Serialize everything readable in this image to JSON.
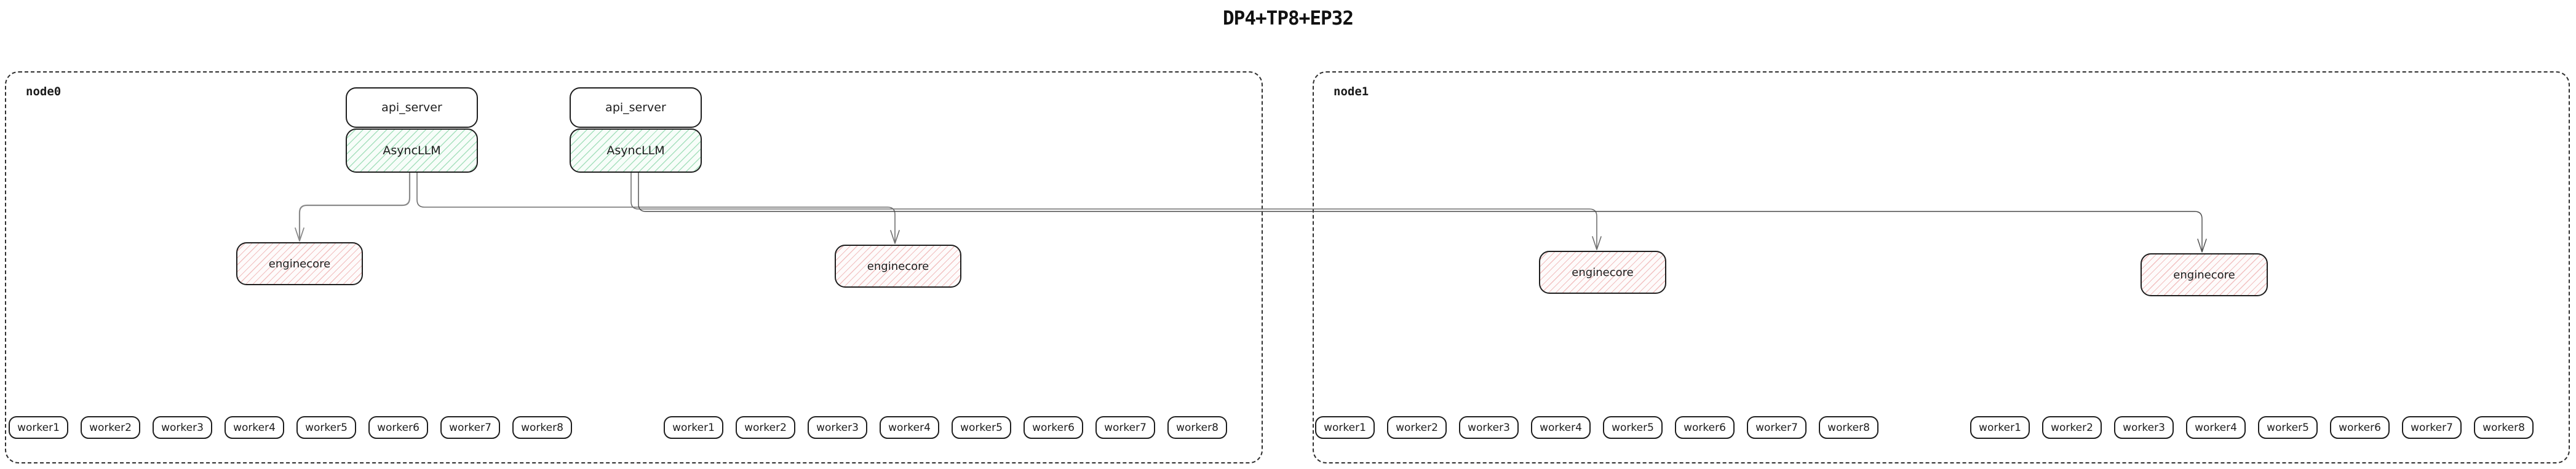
{
  "title": "DP4+TP8+EP32",
  "nodes": [
    {
      "label": "node0"
    },
    {
      "label": "node1"
    }
  ],
  "server_stacks": [
    {
      "api_server": "api_server",
      "asyncllm": "AsyncLLM"
    },
    {
      "api_server": "api_server",
      "asyncllm": "AsyncLLM"
    }
  ],
  "enginecores": [
    "enginecore",
    "enginecore",
    "enginecore",
    "enginecore"
  ],
  "worker_groups": [
    {
      "workers": [
        "worker1",
        "worker2",
        "worker3",
        "worker4",
        "worker5",
        "worker6",
        "worker7",
        "worker8"
      ]
    },
    {
      "workers": [
        "worker1",
        "worker2",
        "worker3",
        "worker4",
        "worker5",
        "worker6",
        "worker7",
        "worker8"
      ]
    },
    {
      "workers": [
        "worker1",
        "worker2",
        "worker3",
        "worker4",
        "worker5",
        "worker6",
        "worker7",
        "worker8"
      ]
    },
    {
      "workers": [
        "worker1",
        "worker2",
        "worker3",
        "worker4",
        "worker5",
        "worker6",
        "worker7",
        "worker8"
      ]
    }
  ],
  "colors": {
    "background": "#ffffff",
    "box_border": "#1e1e1e",
    "node_border": "#2e2e2e",
    "asyncllm_hatch": "#64c88c",
    "enginecore_hatch": "#e27878",
    "arrow": "#6f6f6f",
    "text": "#1c1c1c"
  }
}
